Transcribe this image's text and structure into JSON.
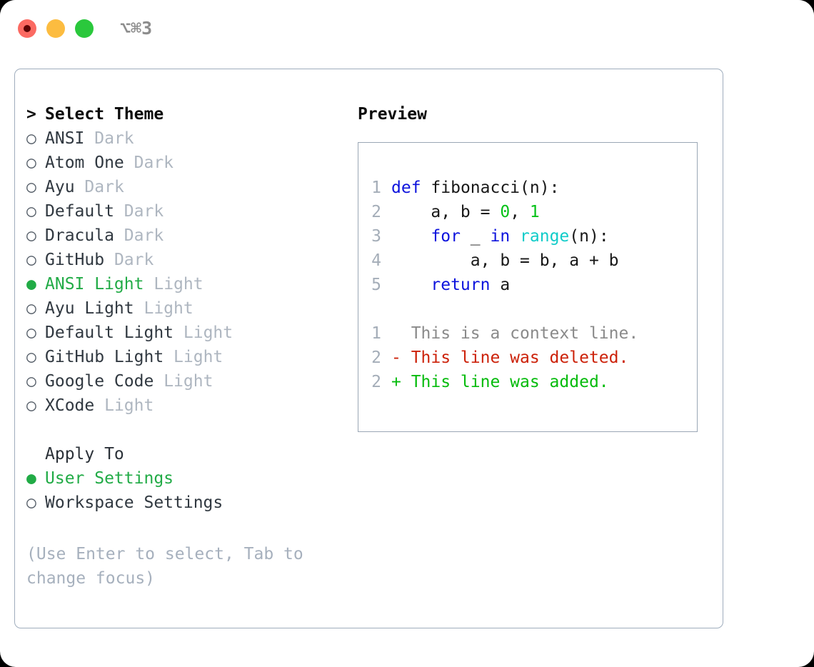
{
  "titlebar": {
    "shortcut": "⌥⌘3",
    "buttons": [
      {
        "name": "close",
        "color": "#fb6a62"
      },
      {
        "name": "minimize",
        "color": "#fcbc40"
      },
      {
        "name": "maximize",
        "color": "#2ac83c"
      }
    ]
  },
  "left": {
    "heading": "Select Theme",
    "heading_marker": ">",
    "themes": [
      {
        "marker": "○",
        "name": "ANSI",
        "category": "Dark",
        "selected": false
      },
      {
        "marker": "○",
        "name": "Atom One",
        "category": "Dark",
        "selected": false
      },
      {
        "marker": "○",
        "name": "Ayu",
        "category": "Dark",
        "selected": false
      },
      {
        "marker": "○",
        "name": "Default",
        "category": "Dark",
        "selected": false
      },
      {
        "marker": "○",
        "name": "Dracula",
        "category": "Dark",
        "selected": false
      },
      {
        "marker": "○",
        "name": "GitHub",
        "category": "Dark",
        "selected": false
      },
      {
        "marker": "●",
        "name": "ANSI Light",
        "category": "Light",
        "selected": true
      },
      {
        "marker": "○",
        "name": "Ayu Light",
        "category": "Light",
        "selected": false
      },
      {
        "marker": "○",
        "name": "Default Light",
        "category": "Light",
        "selected": false
      },
      {
        "marker": "○",
        "name": "GitHub Light",
        "category": "Light",
        "selected": false
      },
      {
        "marker": "○",
        "name": "Google Code",
        "category": "Light",
        "selected": false
      },
      {
        "marker": "○",
        "name": "XCode",
        "category": "Light",
        "selected": false
      }
    ],
    "apply_to_label": "Apply To",
    "apply_to_options": [
      {
        "marker": "●",
        "label": "User Settings",
        "selected": true
      },
      {
        "marker": "○",
        "label": "Workspace Settings",
        "selected": false
      }
    ],
    "hint": "(Use Enter to select, Tab to change focus)"
  },
  "right": {
    "heading": "Preview",
    "code": [
      {
        "ln": "1",
        "tokens": [
          {
            "t": "def",
            "c": "tok-kw"
          },
          {
            "t": " ",
            "c": "tok-id"
          },
          {
            "t": "fibonacci(n):",
            "c": "tok-id"
          }
        ]
      },
      {
        "ln": "2",
        "tokens": [
          {
            "t": "    a, b = ",
            "c": "tok-id"
          },
          {
            "t": "0",
            "c": "tok-num"
          },
          {
            "t": ", ",
            "c": "tok-id"
          },
          {
            "t": "1",
            "c": "tok-num"
          }
        ]
      },
      {
        "ln": "3",
        "tokens": [
          {
            "t": "    ",
            "c": "tok-id"
          },
          {
            "t": "for",
            "c": "tok-kw"
          },
          {
            "t": " _ ",
            "c": "tok-id"
          },
          {
            "t": "in",
            "c": "tok-kw"
          },
          {
            "t": " ",
            "c": "tok-id"
          },
          {
            "t": "range",
            "c": "tok-fn"
          },
          {
            "t": "(n):",
            "c": "tok-id"
          }
        ]
      },
      {
        "ln": "4",
        "tokens": [
          {
            "t": "        a, b = b, a + b",
            "c": "tok-id"
          }
        ]
      },
      {
        "ln": "5",
        "tokens": [
          {
            "t": "    ",
            "c": "tok-id"
          },
          {
            "t": "return",
            "c": "tok-kw"
          },
          {
            "t": " a",
            "c": "tok-id"
          }
        ]
      }
    ],
    "diff": [
      {
        "ln": "1",
        "text": "  This is a context line.",
        "cls": "diff-ctx"
      },
      {
        "ln": "2",
        "text": "- This line was deleted.",
        "cls": "diff-del"
      },
      {
        "ln": "2",
        "text": "+ This line was added.",
        "cls": "diff-add"
      }
    ]
  },
  "colors": {
    "accent_green": "#21ab46",
    "keyword_blue": "#0d13dd",
    "function_cyan": "#11ccc9",
    "number_green": "#05c218",
    "diff_delete_red": "#cc2109",
    "diff_add_green": "#05bb0c",
    "muted_gray": "#aeb6c0",
    "border_gray": "#9fadbd"
  }
}
